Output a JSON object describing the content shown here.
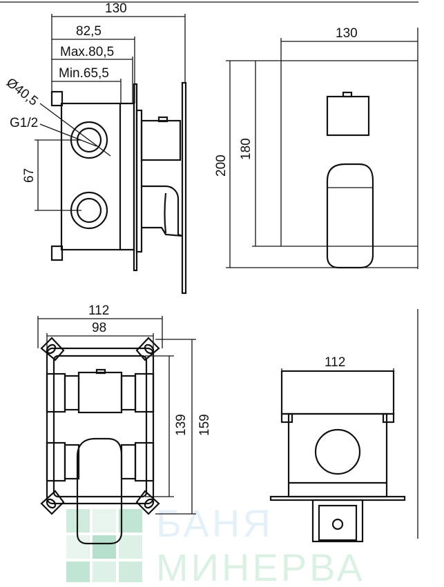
{
  "side_view": {
    "dim_total": "130",
    "dim_82": "82,5",
    "dim_max": "Max.80,5",
    "dim_min": "Min.65,5",
    "dim_diameter": "Ø40,5",
    "dim_thread": "G1/2",
    "dim_spacing": "67"
  },
  "front_view": {
    "dim_width": "130",
    "dim_height_outer": "200",
    "dim_height_inner": "180"
  },
  "box_front_view": {
    "dim_outer_width": "112",
    "dim_inner_width": "98",
    "dim_inner_height": "139",
    "dim_outer_height": "159"
  },
  "box_side_view": {
    "dim_width": "112"
  },
  "watermark": {
    "line1": "БАНЯ",
    "line2": "МИНЕРВА",
    "color": "#7ec8a4"
  }
}
